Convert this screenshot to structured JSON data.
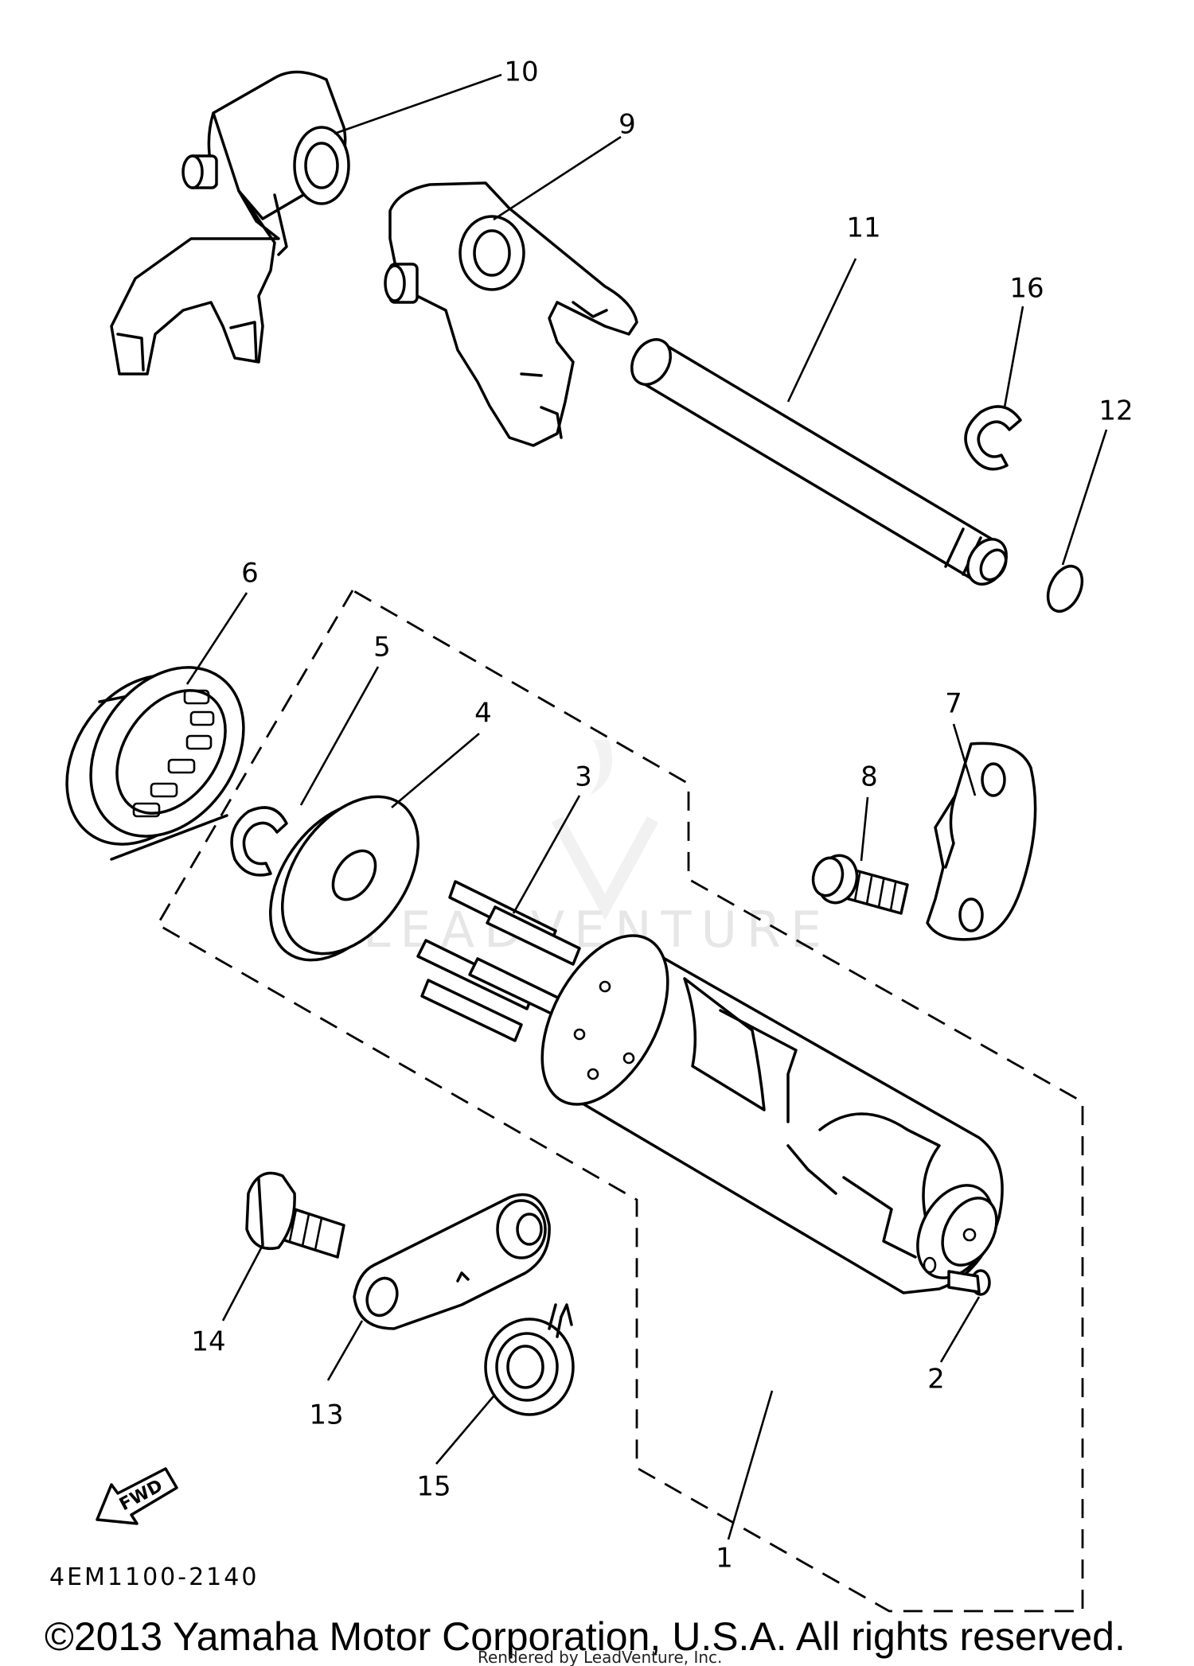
{
  "callouts": [
    {
      "id": "1",
      "label": "1"
    },
    {
      "id": "2",
      "label": "2"
    },
    {
      "id": "3",
      "label": "3"
    },
    {
      "id": "4",
      "label": "4"
    },
    {
      "id": "5",
      "label": "5"
    },
    {
      "id": "6",
      "label": "6"
    },
    {
      "id": "7",
      "label": "7"
    },
    {
      "id": "8",
      "label": "8"
    },
    {
      "id": "9",
      "label": "9"
    },
    {
      "id": "10",
      "label": "10"
    },
    {
      "id": "11",
      "label": "11"
    },
    {
      "id": "12",
      "label": "12"
    },
    {
      "id": "13",
      "label": "13"
    },
    {
      "id": "14",
      "label": "14"
    },
    {
      "id": "15",
      "label": "15"
    },
    {
      "id": "16",
      "label": "16"
    }
  ],
  "fwd_label": "FWD",
  "diagram_code": "4EM1100-2140",
  "copyright": "©2013 Yamaha Motor Corporation, U.S.A. All rights reserved.",
  "rendered_by": "Rendered by LeadVenture, Inc.",
  "watermark": "LEADVENTURE"
}
